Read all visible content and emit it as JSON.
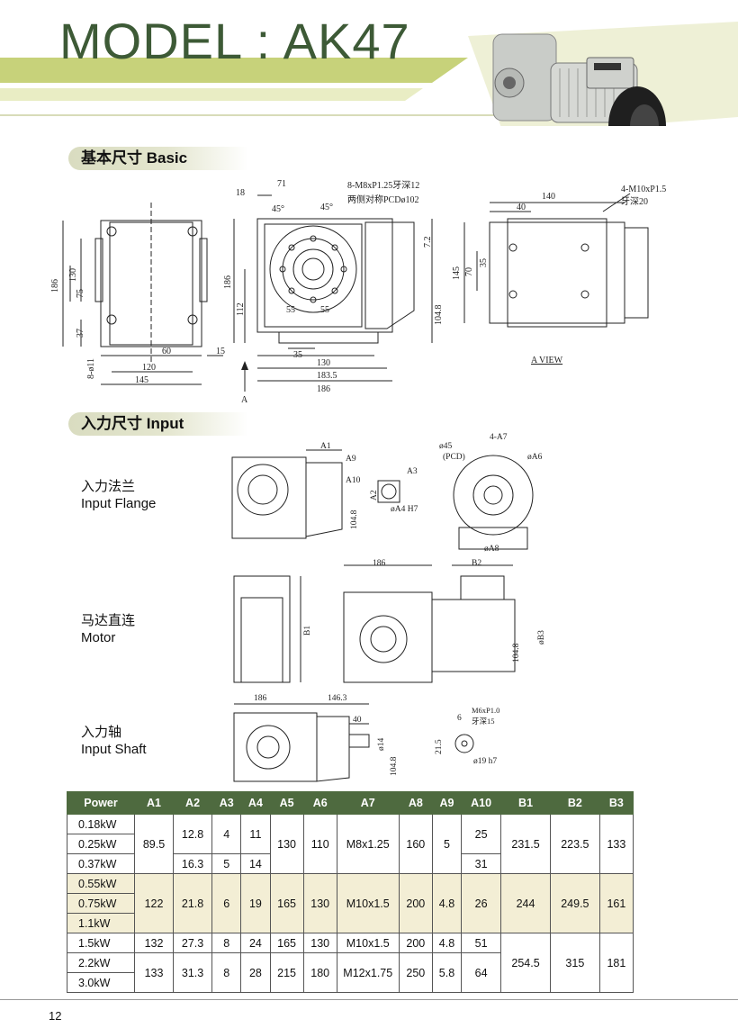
{
  "header": {
    "title": "MODEL : AK47"
  },
  "sections": {
    "basic": "基本尺寸 Basic",
    "input": "入力尺寸 Input"
  },
  "input_types": [
    {
      "zh": "入力法兰",
      "en": "Input Flange"
    },
    {
      "zh": "马达直连",
      "en": "Motor"
    },
    {
      "zh": "入力轴",
      "en": "Input Shaft"
    }
  ],
  "basic_dims": {
    "front_left": [
      "186",
      "130",
      "75",
      "37",
      "8-ø11",
      "60",
      "120",
      "145",
      "15"
    ],
    "front_mid": [
      "18",
      "71",
      "45°",
      "45°",
      "8-M8xP1.25牙深12",
      "两侧对称PCDø102",
      "7.2",
      "186",
      "112",
      "55",
      "55",
      "104.8",
      "35",
      "130",
      "183.5",
      "186",
      "A"
    ],
    "a_view": [
      "140",
      "40",
      "4-M10xP1.5",
      "牙深20",
      "145",
      "70",
      "35",
      "A VIEW"
    ]
  },
  "input_dims": {
    "flange": [
      "A1",
      "A9",
      "A10",
      "A2",
      "A3",
      "øA4 H7",
      "104.8",
      "ø45",
      "(PCD)",
      "4-A7",
      "øA6",
      "øA8"
    ],
    "motor": [
      "186",
      "B2",
      "B1",
      "øB3",
      "104.8"
    ],
    "shaft": [
      "186",
      "146.3",
      "40",
      "ø14",
      "104.8",
      "M6xP1.0",
      "牙深15",
      "6",
      "21.5",
      "ø19 h7"
    ]
  },
  "table": {
    "headers": [
      "Power",
      "A1",
      "A2",
      "A3",
      "A4",
      "A5",
      "A6",
      "A7",
      "A8",
      "A9",
      "A10",
      "B1",
      "B2",
      "B3"
    ],
    "g1": {
      "powers": [
        "0.18kW",
        "0.25kW",
        "0.37kW"
      ],
      "A1": "89.5",
      "A2a": "12.8",
      "A2b": "16.3",
      "A3a": "4",
      "A3b": "5",
      "A4a": "11",
      "A4b": "14",
      "A5": "130",
      "A6": "110",
      "A7": "M8x1.25",
      "A8": "160",
      "A9": "5",
      "A10a": "25",
      "A10b": "31",
      "B1": "231.5",
      "B2": "223.5",
      "B3": "133"
    },
    "g2": {
      "powers": [
        "0.55kW",
        "0.75kW",
        "1.1kW"
      ],
      "A1": "122",
      "A2": "21.8",
      "A3": "6",
      "A4": "19",
      "A5": "165",
      "A6": "130",
      "A7": "M10x1.5",
      "A8": "200",
      "A9": "4.8",
      "A10": "26",
      "B1": "244",
      "B2": "249.5",
      "B3": "161"
    },
    "g3": {
      "powers": [
        "1.5kW",
        "2.2kW",
        "3.0kW"
      ],
      "r1": {
        "A1": "132",
        "A2": "27.3",
        "A3": "8",
        "A4": "24",
        "A5": "165",
        "A6": "130",
        "A7": "M10x1.5",
        "A8": "200",
        "A9": "4.8",
        "A10": "51"
      },
      "r2": {
        "A1": "133",
        "A2": "31.3",
        "A3": "8",
        "A4": "28",
        "A5": "215",
        "A6": "180",
        "A7": "M12x1.75",
        "A8": "250",
        "A9": "5.8",
        "A10": "64"
      },
      "B1": "254.5",
      "B2": "315",
      "B3": "181"
    }
  },
  "footer": {
    "page": "12"
  }
}
